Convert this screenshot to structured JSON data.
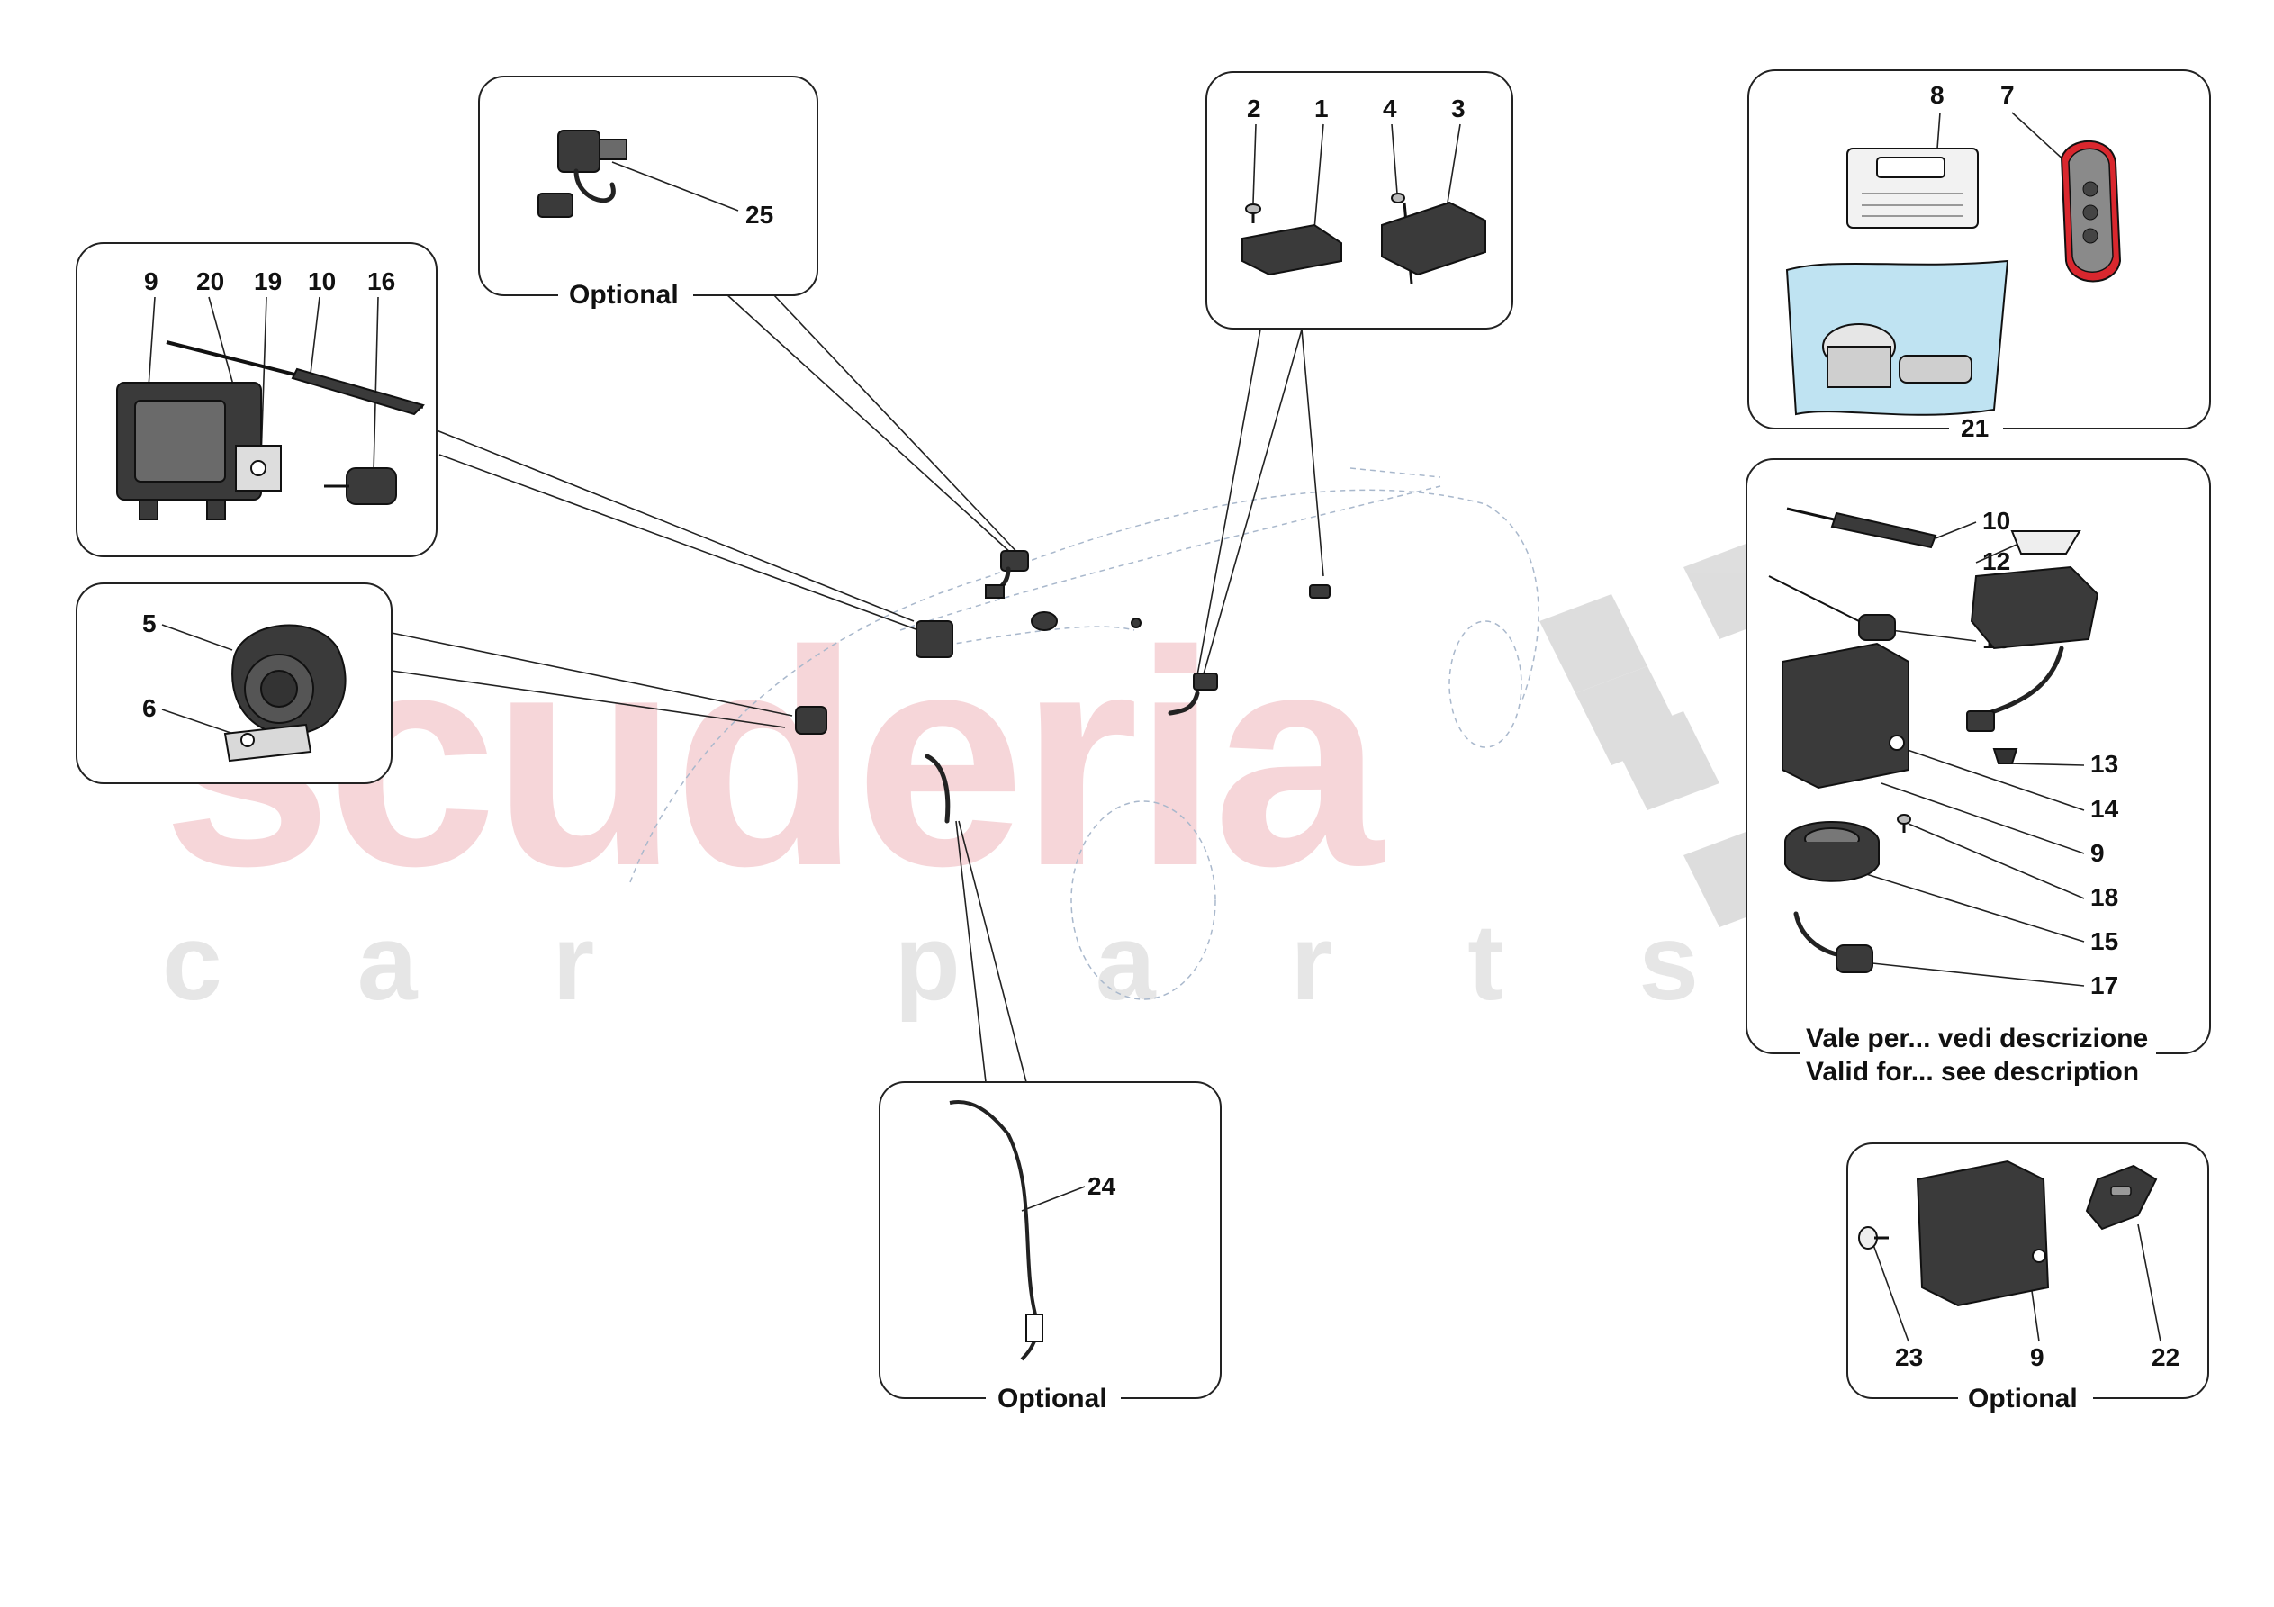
{
  "watermark": {
    "main": "scuderia",
    "sub": "car parts"
  },
  "captions": {
    "optional": "Optional",
    "valid_it": "Vale per... vedi descrizione",
    "valid_en": "Valid for... see description"
  },
  "callouts": [
    "1",
    "2",
    "3",
    "4",
    "5",
    "6",
    "7",
    "8",
    "9",
    "10",
    "11",
    "12",
    "13",
    "14",
    "15",
    "16",
    "17",
    "18",
    "19",
    "20",
    "21",
    "22",
    "23",
    "24",
    "25"
  ],
  "colors": {
    "key_red": "#d9272e",
    "bag_blue": "#bfe3f2",
    "watermark_pink": "#f4c9cd",
    "checker_grey": "#d8d8d8"
  },
  "icons": [
    "alarm-siren-icon",
    "control-unit-icon",
    "antenna-icon",
    "key-fob-icon",
    "sensor-icon",
    "screw-icon",
    "connector-icon",
    "cable-harness-icon"
  ]
}
